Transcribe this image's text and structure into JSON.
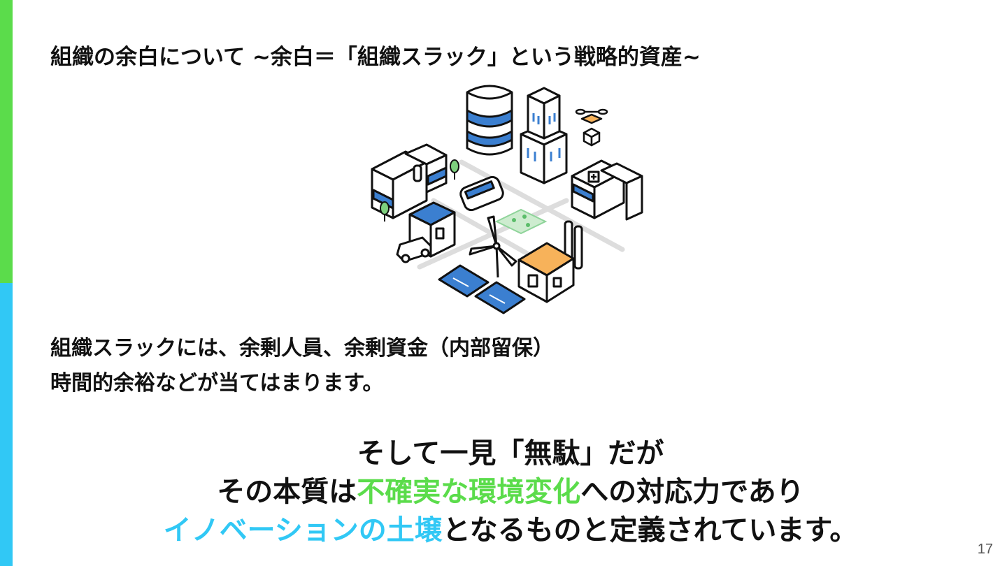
{
  "slide": {
    "title": "組織の余白について ~余白＝「組織スラック」という戦略的資産~",
    "body_lines": [
      "組織スラックには、余剰人員、余剰資金（内部留保）",
      "時間的余裕などが当てはまります。"
    ],
    "emphasis": {
      "line1": "そして一見「無駄」だが",
      "line2_prefix": "その本質は",
      "line2_highlight": "不確実な環境変化",
      "line2_suffix": "への対応力であり",
      "line3_highlight": "イノベーションの土壌",
      "line3_suffix": "となるものと定義されています。"
    },
    "page_number": "17"
  },
  "colors": {
    "accent_green": "#5bdc4b",
    "accent_blue": "#31c8f5",
    "illustration_blue": "#3b7fd0",
    "illustration_orange": "#f7b25a"
  },
  "illustration": {
    "icons": [
      "office-building-icon",
      "striped-tower-icon",
      "skyscraper-icon",
      "drone-icon",
      "hospital-icon",
      "bus-icon",
      "house-icon",
      "car-icon",
      "park-icon",
      "wind-turbine-icon",
      "solar-panel-icon",
      "factory-icon",
      "tree-icon"
    ]
  }
}
